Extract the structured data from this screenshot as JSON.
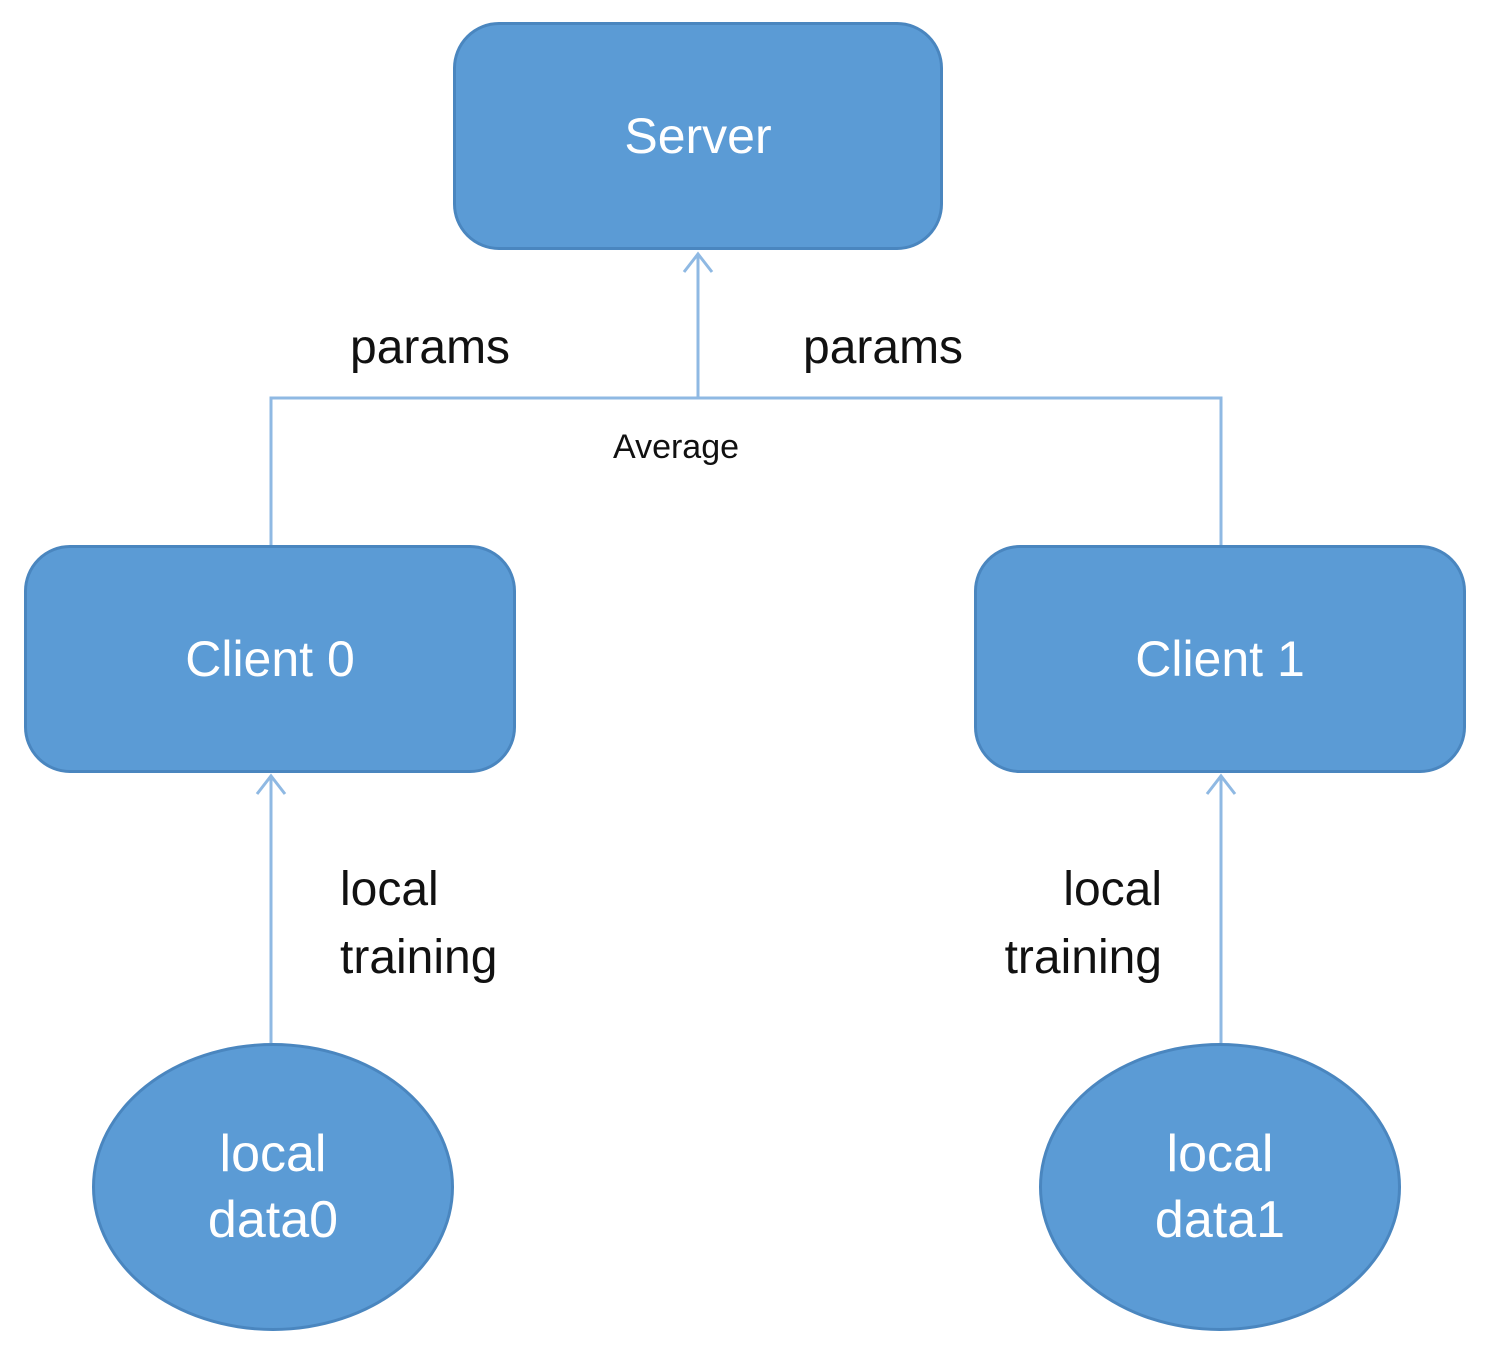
{
  "nodes": {
    "server": "Server",
    "client0": "Client 0",
    "client1": "Client 1",
    "data0": {
      "line1": "local",
      "line2": "data0"
    },
    "data1": {
      "line1": "local",
      "line2": "data1"
    }
  },
  "edges": {
    "params_left": "params",
    "params_right": "params",
    "average": "Average",
    "training_left": {
      "line1": "local",
      "line2": "training"
    },
    "training_right": {
      "line1": "local",
      "line2": "training"
    }
  },
  "colors": {
    "node_fill": "#5b9bd5",
    "node_border": "#4a86bf",
    "connector": "#8fb9e3"
  }
}
